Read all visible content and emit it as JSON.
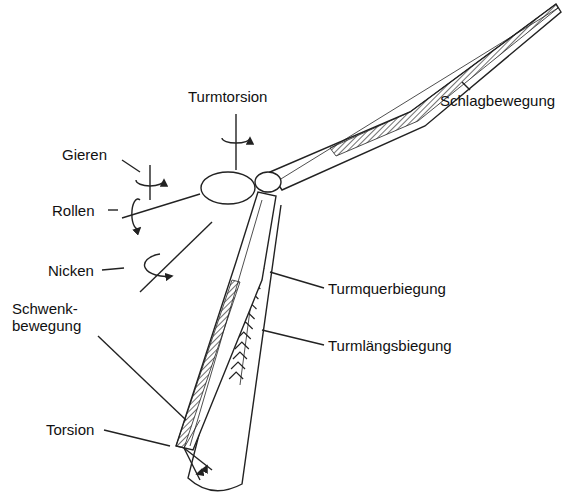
{
  "diagram": {
    "labels": [
      "Turmtorsion",
      "Schlagbewegung",
      "Gieren",
      "Rollen",
      "Nicken",
      "Turmquerbiegung",
      "Schwenk- bewegung",
      "Turmlängsbiegung",
      "Torsion"
    ]
  }
}
